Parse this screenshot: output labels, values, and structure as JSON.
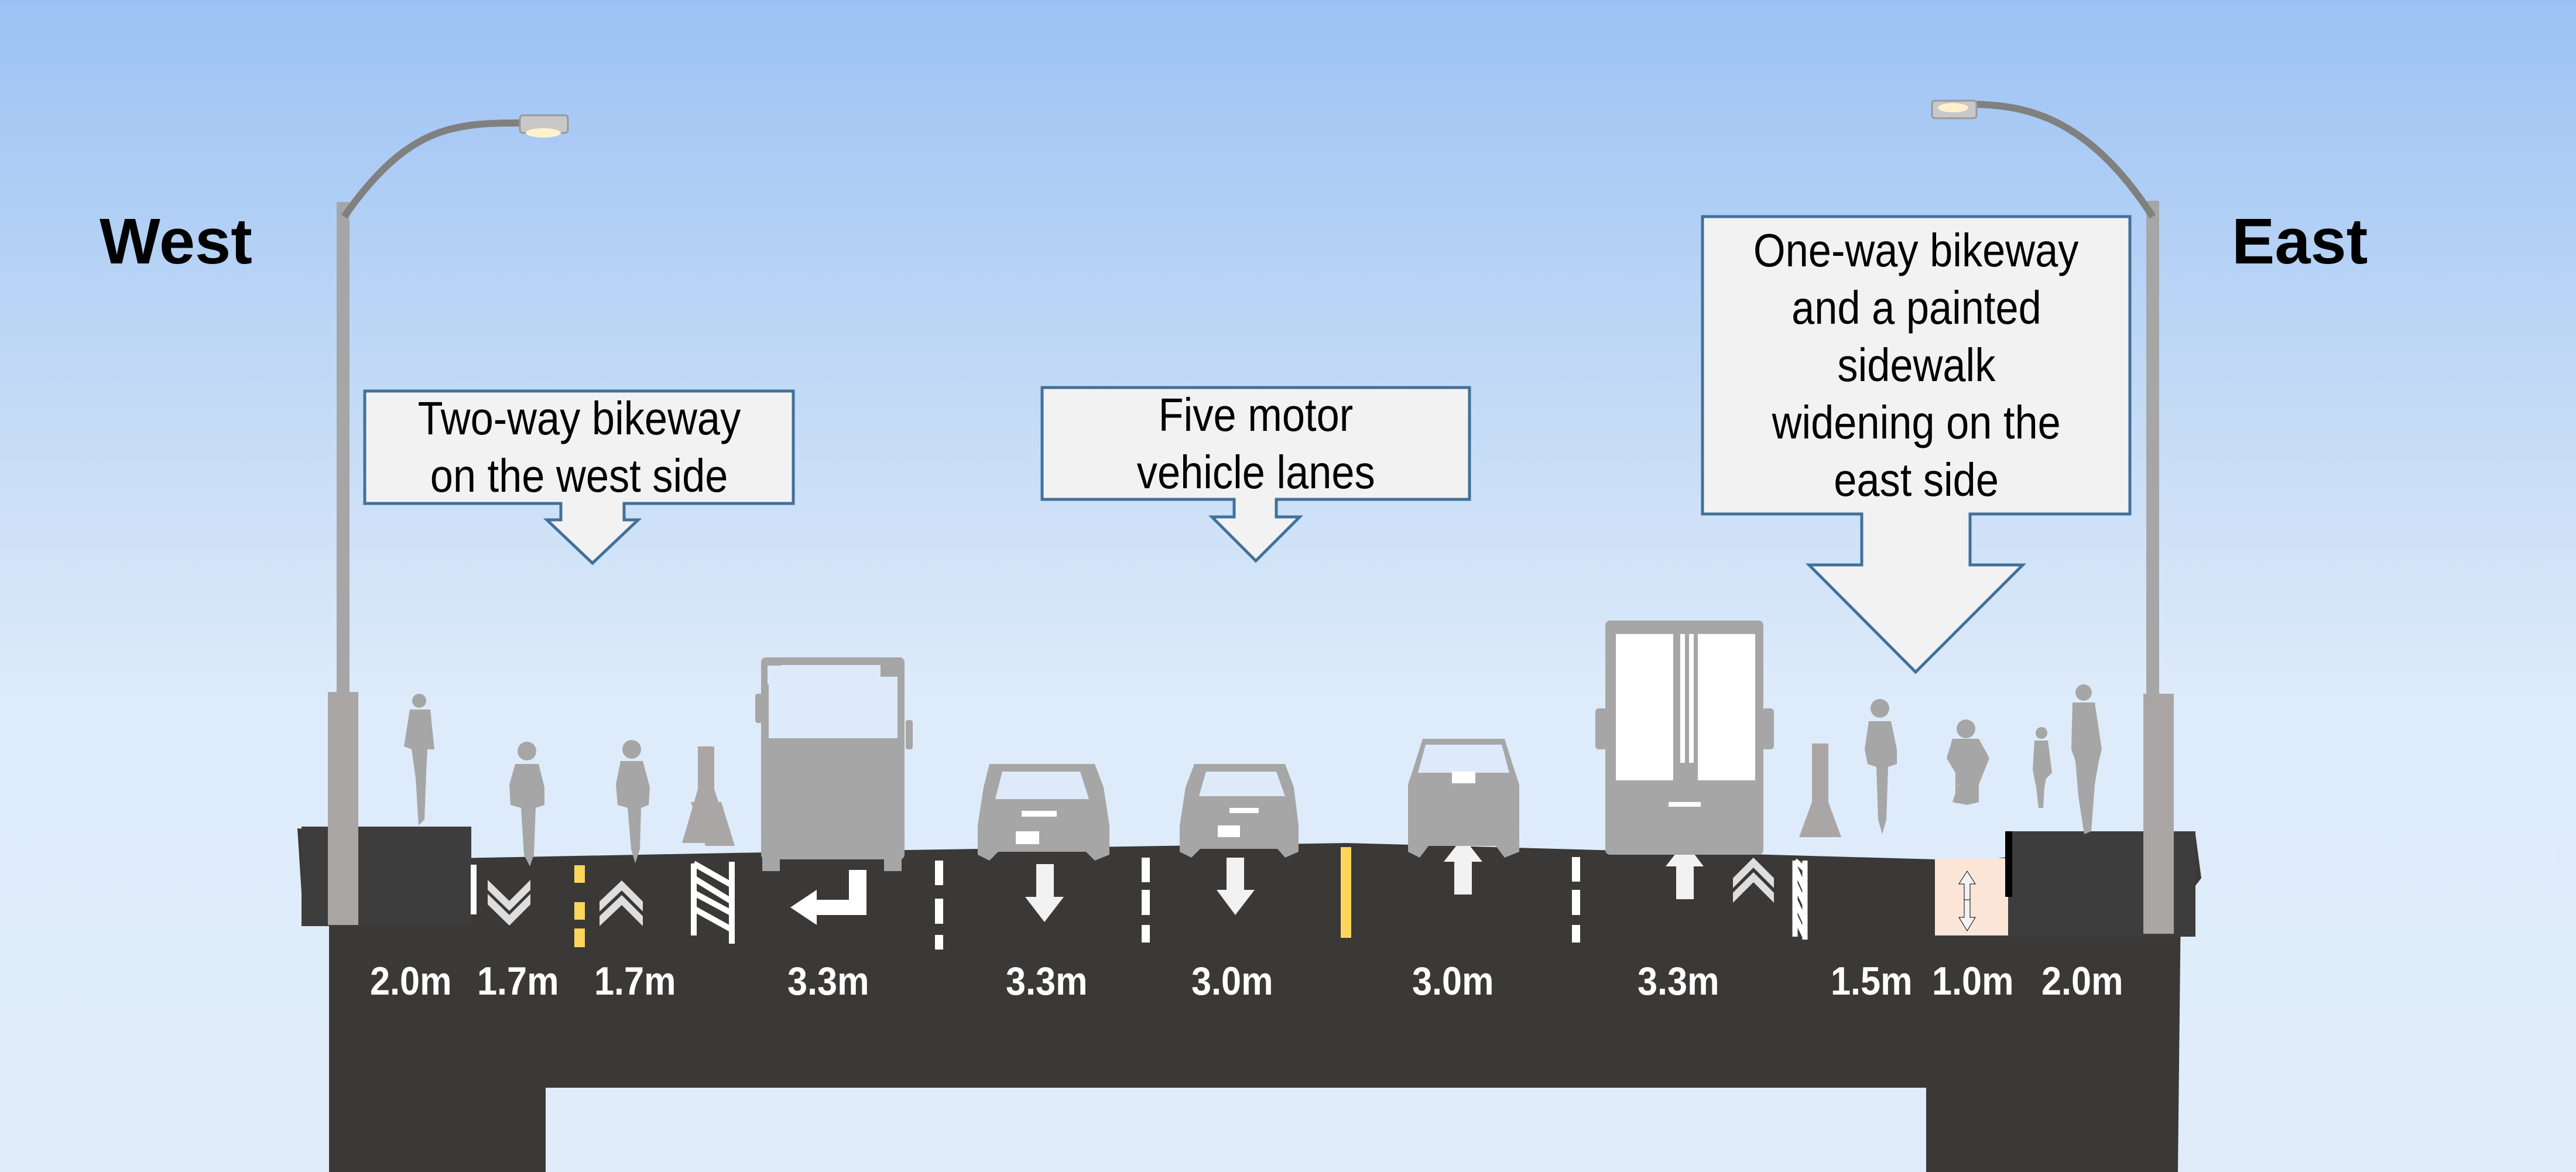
{
  "diagram": {
    "type": "street-cross-section",
    "direction_labels": {
      "west": "West",
      "east": "East"
    },
    "callouts": [
      {
        "id": "west-bikeway",
        "lines": [
          "Two-way bikeway",
          "on the west side"
        ]
      },
      {
        "id": "motor-lanes",
        "lines": [
          "Five motor",
          "vehicle lanes"
        ]
      },
      {
        "id": "east-bikeway",
        "lines": [
          "One-way bikeway",
          "and a painted",
          "sidewalk",
          "widening on the",
          "east side"
        ]
      }
    ],
    "segments": [
      {
        "name": "west-sidewalk",
        "width_label": "2.0m",
        "users": "pedestrian"
      },
      {
        "name": "west-bike-lane-southbound",
        "width_label": "1.7m",
        "users": "cyclist",
        "marking": "chevron-down"
      },
      {
        "name": "west-bike-lane-northbound",
        "width_label": "1.7m",
        "users": "cyclist",
        "marking": "chevron-up"
      },
      {
        "name": "left-turn-lane",
        "width_label": "3.3m",
        "users": "bus",
        "marking": "left-turn-arrow"
      },
      {
        "name": "southbound-lane-1",
        "width_label": "3.3m",
        "users": "car",
        "marking": "down-arrow"
      },
      {
        "name": "southbound-lane-2",
        "width_label": "3.0m",
        "users": "car",
        "marking": "down-arrow"
      },
      {
        "name": "northbound-lane-1",
        "width_label": "3.0m",
        "users": "car",
        "marking": "up-arrow"
      },
      {
        "name": "northbound-lane-2",
        "width_label": "3.3m",
        "users": "truck",
        "marking": "up-arrow"
      },
      {
        "name": "east-bike-lane",
        "width_label": "1.5m",
        "users": "cyclist",
        "marking": "chevron-up"
      },
      {
        "name": "painted-sidewalk-widening",
        "width_label": "1.0m",
        "users": "wheelchair",
        "marking": "two-way-arrow"
      },
      {
        "name": "east-sidewalk",
        "width_label": "2.0m",
        "users": "pedestrians"
      }
    ],
    "colors": {
      "road": "#3a3938",
      "sidewalk": "#3d3d3d",
      "centerline": "#fcd65c",
      "lane-marking": "#ffffff",
      "painted-widening": "#fbe5d6",
      "callout-fill": "#f2f2f2",
      "callout-border": "#41719c",
      "silhouette": "#a6a6a6",
      "pole": "#a6a6a6"
    }
  }
}
